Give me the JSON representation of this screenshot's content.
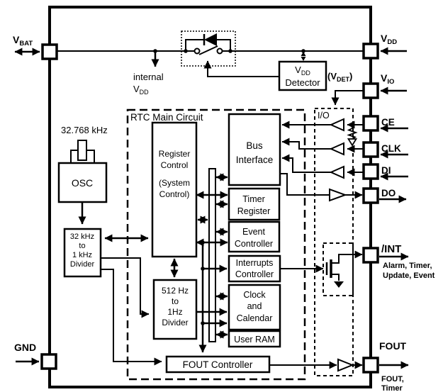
{
  "pins": {
    "vbat": {
      "base": "V",
      "sub": "BAT"
    },
    "vdd": {
      "base": "V",
      "sub": "DD"
    },
    "vio": {
      "base": "V",
      "sub": "IO"
    },
    "ce": {
      "base": "CE"
    },
    "clk": {
      "base": "CLK"
    },
    "di": {
      "base": "DI"
    },
    "do": {
      "base": "DO"
    },
    "int": {
      "base": "/INT",
      "note1": "Alarm, Timer,",
      "note2": "Update, Event"
    },
    "fout": {
      "base": "FOUT",
      "note1": "FOUT,",
      "note2": "Timer"
    },
    "gnd": {
      "base": "GND"
    }
  },
  "power": {
    "internal_vdd": {
      "line1": "internal",
      "base": "V",
      "sub": "DD"
    },
    "vdd_detector": {
      "base": "V",
      "sub": "DD",
      "line2": "Detector"
    },
    "vdet": {
      "open": "(V",
      "sub": "DET",
      "close": ")"
    }
  },
  "clock_chain": {
    "crystal_freq": "32.768 kHz",
    "osc": "OSC",
    "divider_32k": {
      "l1": "32 kHz",
      "l2": "to",
      "l3": "1 kHz",
      "l4": "Divider"
    },
    "divider_512": {
      "l1": "512 Hz",
      "l2": "to",
      "l3": "1Hz",
      "l4": "Divider"
    }
  },
  "rtc_main": {
    "label": "RTC Main Circuit",
    "register_control": {
      "l1": "Register",
      "l2": "Control",
      "l3": "(System",
      "l4": "Control)"
    },
    "bus_interface": {
      "l1": "Bus",
      "l2": "Interface"
    },
    "timer_register": {
      "l1": "Timer",
      "l2": "Register"
    },
    "event_controller": {
      "l1": "Event",
      "l2": "Controller"
    },
    "interrupts_controller": {
      "l1": "Interrupts",
      "l2": "Controller"
    },
    "clock_calendar": {
      "l1": "Clock",
      "l2": "and",
      "l3": "Calendar"
    },
    "user_ram": "User RAM",
    "fout_controller": "FOUT Controller"
  },
  "io_block": {
    "label": "I/O"
  },
  "colors": {
    "ink": "#000000",
    "paper": "#ffffff"
  }
}
